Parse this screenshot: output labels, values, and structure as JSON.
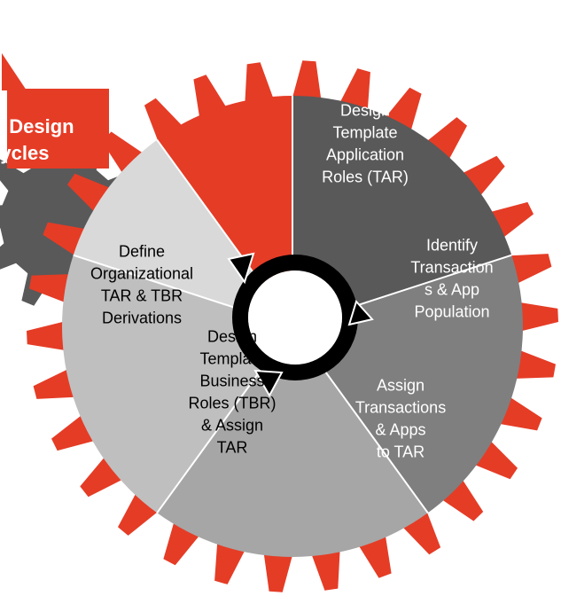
{
  "title": {
    "lines": [
      "Role Design",
      "Cycles"
    ]
  },
  "segments": [
    {
      "lines": [
        "Design",
        "Template",
        "Application",
        "Roles (TAR)"
      ],
      "fill": "#595959",
      "text": "#ffffff"
    },
    {
      "lines": [
        "Identify",
        "Transaction",
        "s & App",
        "Population"
      ],
      "fill": "#7f7f7f",
      "text": "#ffffff"
    },
    {
      "lines": [
        "Assign",
        "Transactions",
        "& Apps",
        "to TAR"
      ],
      "fill": "#a6a6a6",
      "text": "#ffffff"
    },
    {
      "lines": [
        "Design",
        "Template",
        "Business",
        "Roles (TBR)",
        "& Assign",
        "TAR"
      ],
      "fill": "#bfbfbf",
      "text": "#000000"
    },
    {
      "lines": [
        "Define",
        "Organizational",
        "TAR & TBR",
        "Derivations"
      ],
      "fill": "#d9d9d9",
      "text": "#000000"
    }
  ],
  "colors": {
    "gear": "#e53c26",
    "highlight": "#e53c26",
    "background_gear": "#595959",
    "cycle_arrow": "#000000",
    "hub": "#ffffff"
  },
  "icons": [
    "gear-icon",
    "cycle-arrows-icon"
  ]
}
